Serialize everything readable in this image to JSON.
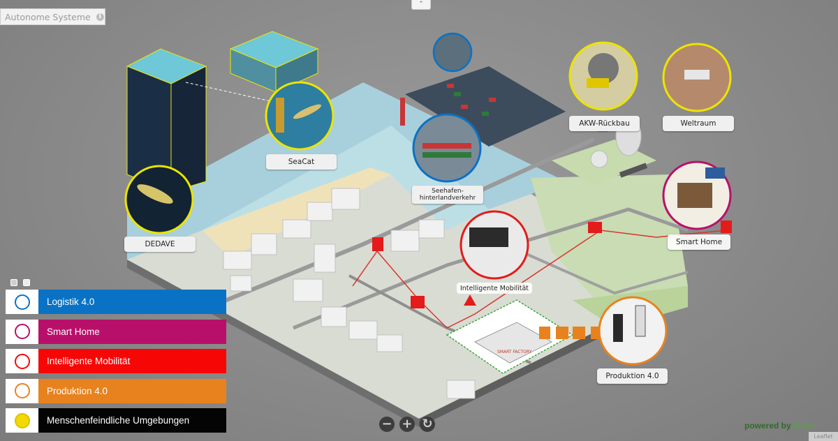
{
  "header": {
    "title": "Autonome Systeme",
    "info_icon": "info-icon",
    "collapse_icon": "chevron-up-icon",
    "collapse_glyph": "⌃"
  },
  "hotspots": {
    "dedave": "DEDAVE",
    "seacat": "SeaCat",
    "seehafen": "Seehafen-\nhinterlandverkehr",
    "akw": "AKW-Rückbau",
    "weltraum": "Weltraum",
    "smart_home": "Smart Home",
    "mobilitaet": "Intelligente Mobilität",
    "produktion": "Produktion 4.0"
  },
  "map_text": {
    "factory_sign": "SMART FACTORY"
  },
  "legend": {
    "items": [
      {
        "label": "Logistik 4.0",
        "color": "#0a72c4",
        "icon": "logistics-icon"
      },
      {
        "label": "Smart Home",
        "color": "#b8106a",
        "icon": "house-icon"
      },
      {
        "label": "Intelligente Mobilität",
        "color": "#f70606",
        "icon": "road-icon"
      },
      {
        "label": "Produktion 4.0",
        "color": "#e8821e",
        "icon": "gear-lamp-icon"
      },
      {
        "label": "Menschenfeindliche Umgebungen",
        "color": "#040404",
        "icon": "skull-icon"
      }
    ]
  },
  "zoom": {
    "out": "−",
    "in": "+",
    "reset": "↻"
  },
  "footer": {
    "powered_prefix": "powered by",
    "powered_brand": "vireo",
    "leaflet": "Leaflet"
  }
}
